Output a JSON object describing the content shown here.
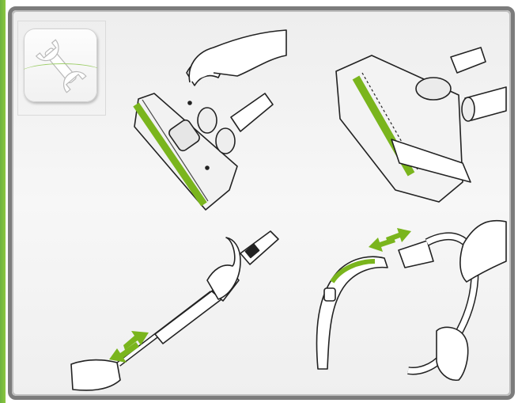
{
  "icons": {
    "badge": "wrench-icon",
    "arrows": "double-arrow-icon"
  },
  "steps": [
    {
      "name": "nozzle-underside-step"
    },
    {
      "name": "nozzle-brush-step"
    },
    {
      "name": "telescopic-tube-step"
    },
    {
      "name": "hose-handle-step"
    }
  ],
  "colors": {
    "accent": "#7ab51d",
    "frame": "#7c7c7c",
    "strip": "#6db33f",
    "line": "#222222"
  }
}
